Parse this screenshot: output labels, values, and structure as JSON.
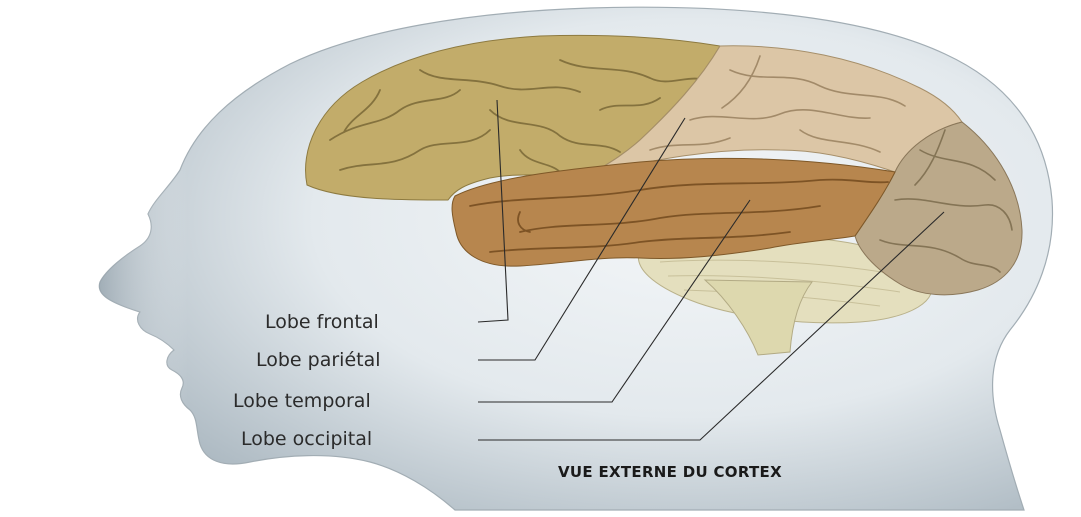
{
  "diagram": {
    "caption": "VUE EXTERNE DU CORTEX",
    "labels": {
      "frontal": "Lobe frontal",
      "parietal": "Lobe pariétal",
      "temporal": "Lobe temporal",
      "occipital": "Lobe occipital"
    }
  },
  "colors": {
    "background": "#ffffff",
    "head": "#c4cfd6",
    "frontal_lobe": "#c2ac6a",
    "parietal_lobe": "#dcc6a6",
    "temporal_lobe": "#b7864e",
    "occipital_lobe": "#bba98a",
    "cerebellum": "#e4dfbe",
    "brainstem": "#ddd8ae"
  }
}
